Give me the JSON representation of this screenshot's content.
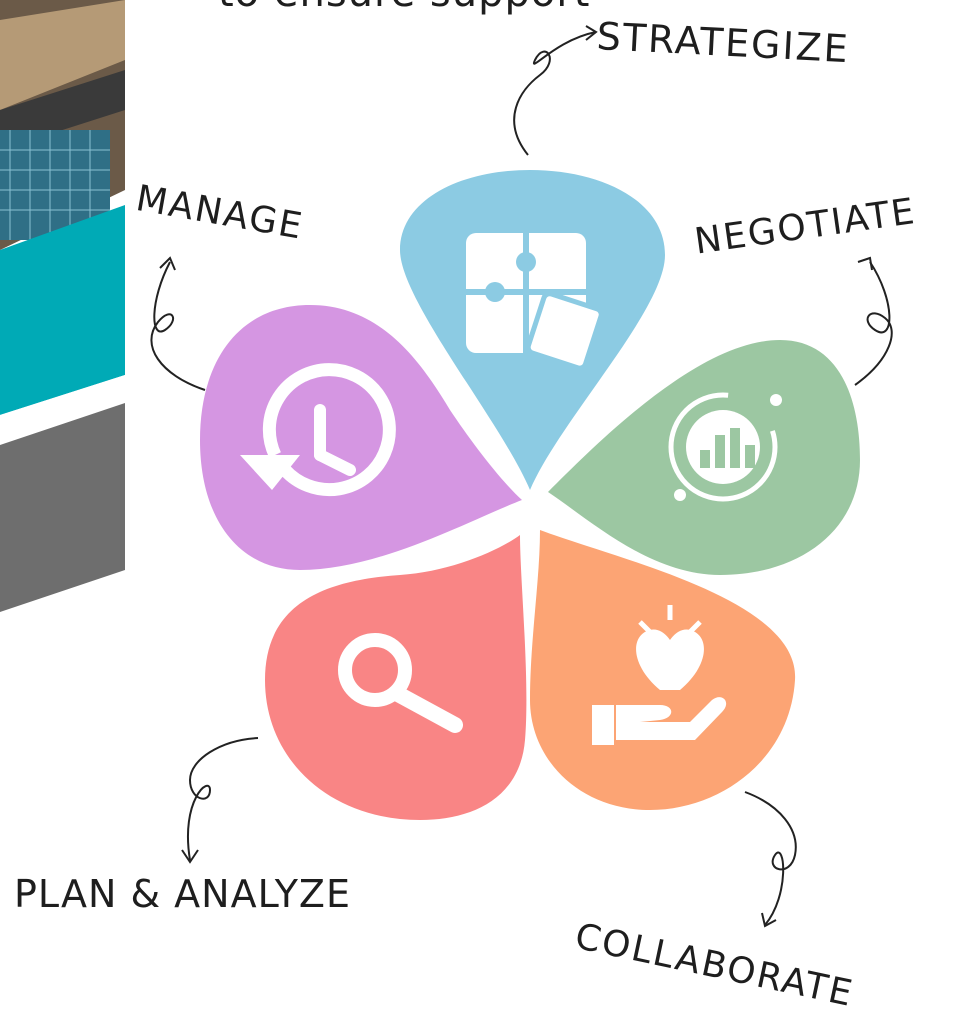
{
  "header_fragment": "to ensure support",
  "petals": [
    {
      "key": "strategize",
      "label": "STRATEGIZE",
      "color": "#8ccbe3",
      "icon": "puzzle-icon"
    },
    {
      "key": "negotiate",
      "label": "NEGOTIATE",
      "color": "#9cc7a2",
      "icon": "bar-chart-cycle-icon"
    },
    {
      "key": "collaborate",
      "label": "COLLABORATE",
      "color": "#fca474",
      "icon": "heart-hand-icon"
    },
    {
      "key": "plan",
      "label": "PLAN & ANALYZE",
      "color": "#f98585",
      "icon": "magnifier-icon"
    },
    {
      "key": "manage",
      "label": "MANAGE",
      "color": "#d596e2",
      "icon": "history-clock-icon"
    }
  ],
  "colors": {
    "teal": "#00a9b5",
    "gray": "#6e6e6e",
    "building": "#8a6a4a",
    "ink": "#1e1e1e"
  }
}
